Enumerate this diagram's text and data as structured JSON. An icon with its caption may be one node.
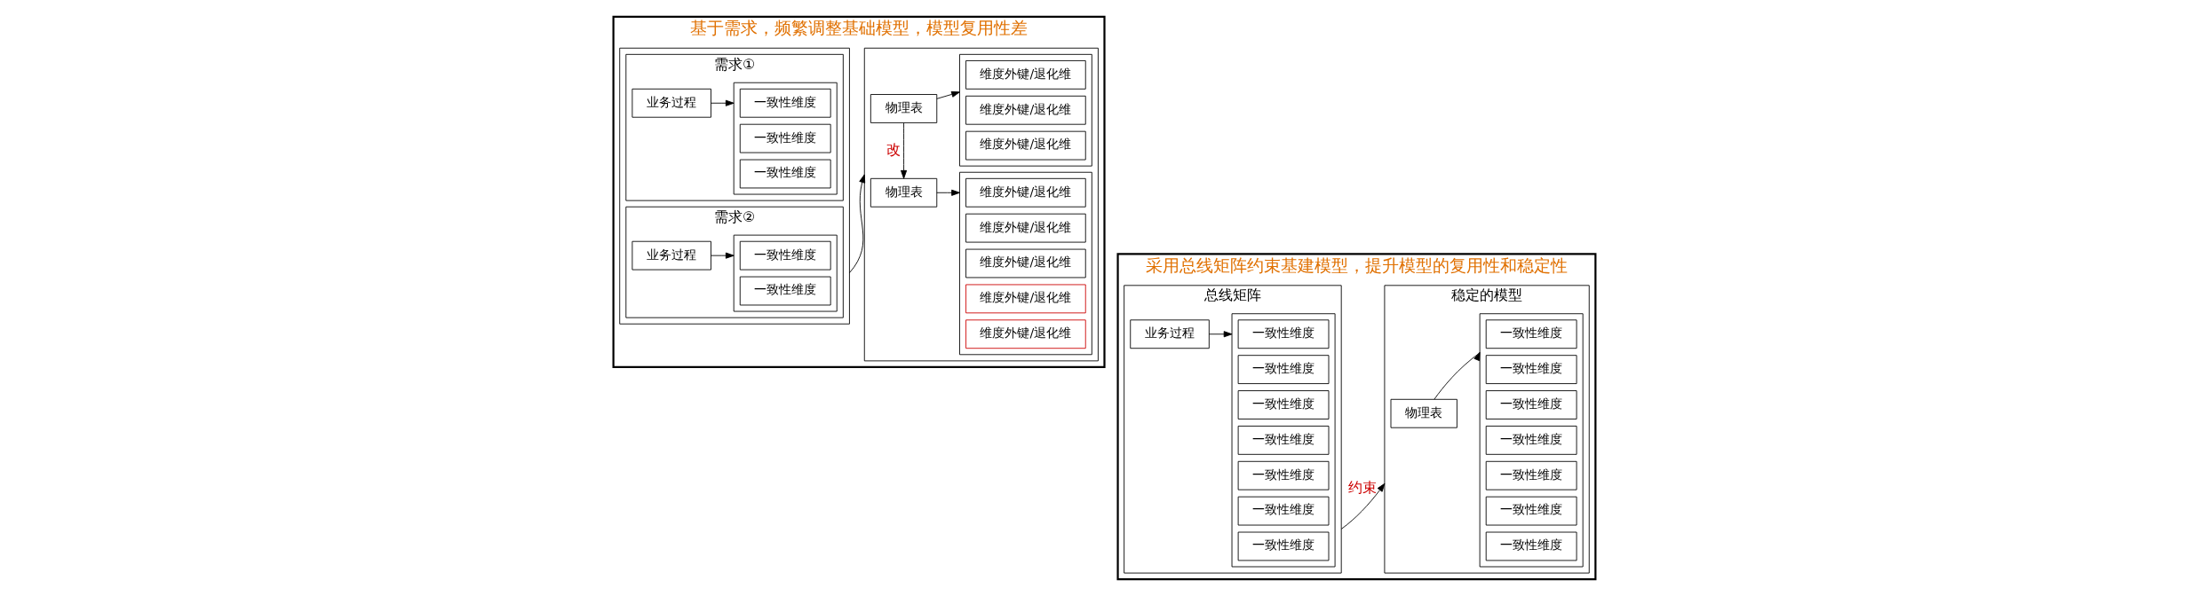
{
  "diagram": {
    "nodes": [
      {
        "text": [
          "基于需求，频繁调整基础模型，模型复用性差"
        ]
      },
      {
        "text": [],
        "shape": "box",
        "in": 0
      },
      {
        "text": [
          "需求①"
        ],
        "in": 1
      },
      {
        "text": [
          "业务过程"
        ],
        "in": 2
      },
      {
        "text": [],
        "shape": "box",
        "in": 2
      },
      {
        "text": [
          "一致性维度"
        ],
        "in": 4
      },
      {
        "text": [
          "一致性维度"
        ],
        "in": 4
      },
      {
        "text": [
          "一致性维度"
        ],
        "in": 4
      },
      {
        "text": [
          "需求②"
        ],
        "in": 1
      },
      {
        "text": [
          "业务过程"
        ],
        "in": 8
      },
      {
        "text": [],
        "shape": "box",
        "in": 8
      },
      {
        "text": [
          "一致性维度"
        ],
        "in": 10
      },
      {
        "text": [
          "一致性维度"
        ],
        "in": 10
      },
      {
        "text": [],
        "shape": "box",
        "in": 0
      },
      {
        "text": [
          "物理表"
        ],
        "in": 13
      },
      {
        "text": [],
        "shape": "box",
        "in": 13
      },
      {
        "text": [
          "维度外键/退化维"
        ],
        "in": 15
      },
      {
        "text": [
          "维度外键/退化维"
        ],
        "in": 15
      },
      {
        "text": [
          "维度外键/退化维"
        ],
        "in": 15
      },
      {
        "text": [
          "物理表"
        ],
        "in": 13
      },
      {
        "text": [],
        "shape": "box",
        "in": 13
      },
      {
        "text": [
          "维度外键/退化维"
        ],
        "in": 20
      },
      {
        "text": [
          "维度外键/退化维"
        ],
        "in": 20
      },
      {
        "text": [
          "维度外键/退化维"
        ],
        "in": 20
      },
      {
        "text": [
          "维度外键/退化维"
        ],
        "in": 20
      },
      {
        "text": [
          "维度外键/退化维"
        ],
        "in": 20
      },
      {
        "text": [
          "采用总线矩阵约束基建模型，提升模型的复用性和稳定性"
        ]
      },
      {
        "text": [
          "总线矩阵"
        ],
        "in": 26
      },
      {
        "text": [
          "业务过程"
        ],
        "in": 27
      },
      {
        "text": [],
        "shape": "box",
        "in": 27
      },
      {
        "text": [
          "一致性维度"
        ],
        "in": 29
      },
      {
        "text": [
          "一致性维度"
        ],
        "in": 29
      },
      {
        "text": [
          "一致性维度"
        ],
        "in": 29
      },
      {
        "text": [
          "一致性维度"
        ],
        "in": 29
      },
      {
        "text": [
          "一致性维度"
        ],
        "in": 29
      },
      {
        "text": [
          "一致性维度"
        ],
        "in": 29
      },
      {
        "text": [
          "一致性维度"
        ],
        "in": 29
      },
      {
        "text": [
          "稳定的模型"
        ],
        "in": 26
      },
      {
        "text": [
          "物理表"
        ],
        "in": 37
      },
      {
        "text": [],
        "shape": "box",
        "in": 37
      },
      {
        "text": [
          "一致性维度"
        ],
        "in": 39
      },
      {
        "text": [
          "一致性维度"
        ],
        "in": 39
      },
      {
        "text": [
          "一致性维度"
        ],
        "in": 39
      },
      {
        "text": [
          "一致性维度"
        ],
        "in": 39
      },
      {
        "text": [
          "一致性维度"
        ],
        "in": 39
      },
      {
        "text": [
          "一致性维度"
        ],
        "in": 39
      },
      {
        "text": [
          "一致性维度"
        ],
        "in": 39
      }
    ],
    "edges": [
      {
        "from": 3,
        "to": 4,
        "arrow": "to"
      },
      {
        "from": 9,
        "to": 10,
        "arrow": "to"
      },
      {
        "from": 1,
        "to": 13,
        "arrow": "to"
      },
      {
        "from": 14,
        "to": 15,
        "arrow": "to"
      },
      {
        "from": 14,
        "to": 19,
        "arrow": "to",
        "label": "改"
      },
      {
        "from": 19,
        "to": 20,
        "arrow": "to"
      },
      {
        "from": 28,
        "to": 29,
        "arrow": "to"
      },
      {
        "from": 27,
        "to": 37,
        "arrow": "to",
        "label": "约束"
      },
      {
        "from": 38,
        "to": 39,
        "arrow": "to"
      }
    ]
  }
}
